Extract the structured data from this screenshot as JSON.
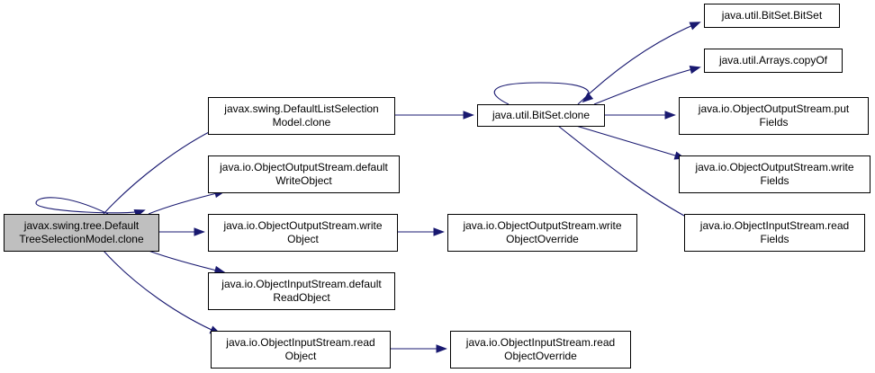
{
  "colors": {
    "edge": "#191970",
    "root_fill": "#bfbfbf",
    "node_fill": "#ffffff",
    "node_border": "#000000"
  },
  "nodes": [
    {
      "id": "root",
      "lines": [
        "javax.swing.tree.Default",
        "TreeSelectionModel.clone"
      ],
      "root": true
    },
    {
      "id": "dlsm",
      "lines": [
        "javax.swing.DefaultListSelection",
        "Model.clone"
      ]
    },
    {
      "id": "oos_dwo",
      "lines": [
        "java.io.ObjectOutputStream.default",
        "WriteObject"
      ]
    },
    {
      "id": "oos_wo",
      "lines": [
        "java.io.ObjectOutputStream.write",
        "Object"
      ]
    },
    {
      "id": "ois_dro",
      "lines": [
        "java.io.ObjectInputStream.default",
        "ReadObject"
      ]
    },
    {
      "id": "ois_ro",
      "lines": [
        "java.io.ObjectInputStream.read",
        "Object"
      ]
    },
    {
      "id": "bitset_clone",
      "lines": [
        "java.util.BitSet.clone"
      ]
    },
    {
      "id": "oos_woo",
      "lines": [
        "java.io.ObjectOutputStream.write",
        "ObjectOverride"
      ]
    },
    {
      "id": "ois_roo",
      "lines": [
        "java.io.ObjectInputStream.read",
        "ObjectOverride"
      ]
    },
    {
      "id": "bitset_bitset",
      "lines": [
        "java.util.BitSet.BitSet"
      ]
    },
    {
      "id": "arrays_copyof",
      "lines": [
        "java.util.Arrays.copyOf"
      ]
    },
    {
      "id": "oos_pf",
      "lines": [
        "java.io.ObjectOutputStream.put",
        "Fields"
      ]
    },
    {
      "id": "oos_wf",
      "lines": [
        "java.io.ObjectOutputStream.write",
        "Fields"
      ]
    },
    {
      "id": "ois_rf",
      "lines": [
        "java.io.ObjectInputStream.read",
        "Fields"
      ]
    }
  ],
  "edges": [
    {
      "from": "root",
      "to": "root"
    },
    {
      "from": "root",
      "to": "dlsm"
    },
    {
      "from": "root",
      "to": "oos_dwo"
    },
    {
      "from": "root",
      "to": "oos_wo"
    },
    {
      "from": "root",
      "to": "ois_dro"
    },
    {
      "from": "root",
      "to": "ois_ro"
    },
    {
      "from": "dlsm",
      "to": "bitset_clone"
    },
    {
      "from": "oos_wo",
      "to": "oos_woo"
    },
    {
      "from": "ois_ro",
      "to": "ois_roo"
    },
    {
      "from": "bitset_clone",
      "to": "bitset_clone"
    },
    {
      "from": "bitset_clone",
      "to": "bitset_bitset"
    },
    {
      "from": "bitset_clone",
      "to": "arrays_copyof"
    },
    {
      "from": "bitset_clone",
      "to": "oos_pf"
    },
    {
      "from": "bitset_clone",
      "to": "oos_wf"
    },
    {
      "from": "bitset_clone",
      "to": "ois_rf"
    }
  ]
}
